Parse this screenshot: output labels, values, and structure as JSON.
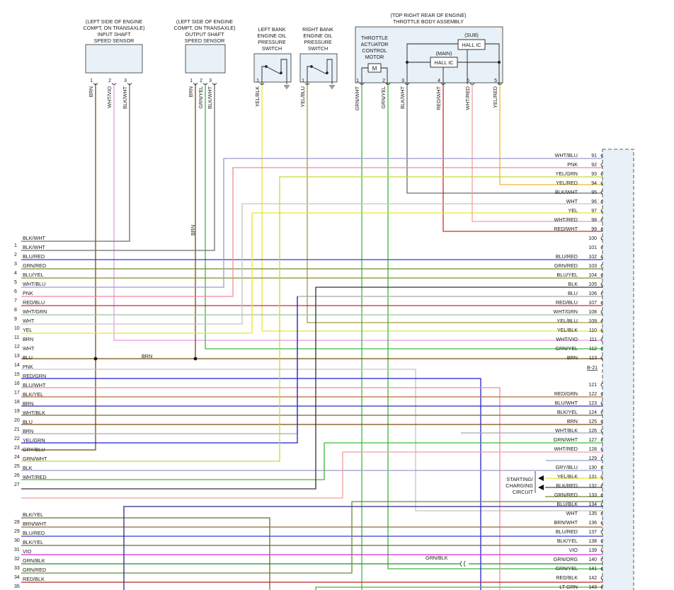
{
  "components": {
    "input_sensor": {
      "lines": [
        "(LEFT SIDE OF ENGINE",
        "COMPT, ON TRANSAXLE)",
        "INPUT SHAFT",
        "SPEED SENSOR"
      ],
      "pins": [
        {
          "num": "1",
          "wire": "BRN",
          "color": "#7a4b12"
        },
        {
          "num": "2",
          "wire": "WHT/VIO",
          "color": "#e49be4"
        },
        {
          "num": "3",
          "wire": "BLK/WHT",
          "color": "#6e6e6e"
        }
      ]
    },
    "output_sensor": {
      "lines": [
        "(LEFT SIDE OF ENGINE",
        "COMPT, ON TRANSAXLE)",
        "OUTPUT SHAFT",
        "SPEED SENSOR"
      ],
      "pins": [
        {
          "num": "1",
          "wire": "BRN",
          "color": "#7a4b12"
        },
        {
          "num": "2",
          "wire": "GRN/YEL",
          "color": "#3aba3a"
        },
        {
          "num": "3",
          "wire": "BLK/WHT",
          "color": "#6e6e6e"
        }
      ]
    },
    "left_oil_switch": {
      "lines": [
        "LEFT BANK",
        "ENGINE OIL",
        "PRESSURE",
        "SWITCH"
      ],
      "pins": [
        {
          "num": "1",
          "wire": "YEL/BLK",
          "color": "#e8e82a"
        }
      ]
    },
    "right_oil_switch": {
      "lines": [
        "RIGHT BANK",
        "ENGINE OIL",
        "PRESSURE",
        "SWITCH"
      ],
      "pins": [
        {
          "num": "1",
          "wire": "YEL/BLU",
          "color": "#a89a3a"
        }
      ]
    },
    "throttle_body": {
      "lines": [
        "(TOP RIGHT REAR OF ENGINE)",
        "THROTTLE BODY ASSEMBLY"
      ],
      "motor_lines": [
        "THROTTLE",
        "ACTUATOR",
        "CONTROL",
        "MOTOR"
      ],
      "motor_symbol": "M",
      "sub_label": "(SUB)",
      "main_label": "(MAIN)",
      "hall": "HALL IC",
      "pins": [
        {
          "num": "1",
          "wire": "GRN/WHT",
          "color": "#3aba3a"
        },
        {
          "num": "2",
          "wire": "GRN/YEL",
          "color": "#3aba3a"
        },
        {
          "num": "3",
          "wire": "BLK/WHT",
          "color": "#6e6e6e"
        },
        {
          "num": "4",
          "wire": "RED/WHT",
          "color": "#d42b2b"
        },
        {
          "num": "6",
          "wire": "WHT/RED",
          "color": "#f0a0a0"
        },
        {
          "num": "5",
          "wire": "YEL/RED",
          "color": "#f2b824"
        }
      ]
    }
  },
  "mid_labels": {
    "brn_vertical": "BRN",
    "brn_bus": "BRN",
    "grn_blk": "GRN/BLK"
  },
  "starting_charging": [
    "STARTING/",
    "CHARGING",
    "CIRCUIT"
  ],
  "connector_label": "B-21",
  "left_pins": [
    {
      "num": "1",
      "wire": "BLK/WHT",
      "color": "#6e6e6e"
    },
    {
      "num": "2",
      "wire": "BLK/WHT",
      "color": "#6e6e6e"
    },
    {
      "num": "3",
      "wire": "BLU/RED",
      "color": "#3b3bcc"
    },
    {
      "num": "4",
      "wire": "GRN/RED",
      "color": "#6b8a2e"
    },
    {
      "num": "5",
      "wire": "BLU/YEL",
      "color": "#8a8a2a"
    },
    {
      "num": "6",
      "wire": "WHT/BLU",
      "color": "#2d2dbb"
    },
    {
      "num": "7",
      "wire": "PNK",
      "color": "#f08a9a"
    },
    {
      "num": "8",
      "wire": "RED/BLU",
      "color": "#d42b2b"
    },
    {
      "num": "9",
      "wire": "WHT/GRN",
      "color": "#a0c0a0"
    },
    {
      "num": "10",
      "wire": "WHT",
      "color": "#c4c4c4"
    },
    {
      "num": "11",
      "wire": "YEL",
      "color": "#e8e82a"
    },
    {
      "num": "12",
      "wire": "BRN",
      "color": "#7a4b12"
    },
    {
      "num": "13",
      "wire": "WHT",
      "color": "#c4c4c4"
    },
    {
      "num": "14",
      "wire": "BLU",
      "color": "#1f1fd0"
    },
    {
      "num": "15",
      "wire": "PNK",
      "color": "#f08a9a"
    },
    {
      "num": "16",
      "wire": "RED/GRN",
      "color": "#b86a30"
    },
    {
      "num": "17",
      "wire": "BLU/WHT",
      "color": "#2d2dbb"
    },
    {
      "num": "18",
      "wire": "BLK/YEL",
      "color": "#6a6a40"
    },
    {
      "num": "19",
      "wire": "BRN",
      "color": "#7a4b12"
    },
    {
      "num": "20",
      "wire": "WHT/BLK",
      "color": "#a9a9a9"
    },
    {
      "num": "21",
      "wire": "BLU",
      "color": "#1f1fd0"
    },
    {
      "num": "22",
      "wire": "BRN",
      "color": "#7a4b12"
    },
    {
      "num": "23",
      "wire": "YEL/GRN",
      "color": "#c8d83a"
    },
    {
      "num": "24",
      "wire": "GRY/BLU",
      "color": "#9a9ad0"
    },
    {
      "num": "25",
      "wire": "GRN/WHT",
      "color": "#3aba3a"
    },
    {
      "num": "26",
      "wire": "BLK",
      "color": "#333333"
    },
    {
      "num": "27",
      "wire": "WHT/RED",
      "color": "#f0a0a0"
    },
    {
      "num": "28",
      "wire": "BLK/YEL",
      "color": "#6a6a40"
    },
    {
      "num": "29",
      "wire": "BRN/WHT",
      "color": "#8a6a3a"
    },
    {
      "num": "30",
      "wire": "BLU/RED",
      "color": "#3b3bcc"
    },
    {
      "num": "31",
      "wire": "BLK/YEL",
      "color": "#6a6a40"
    },
    {
      "num": "32",
      "wire": "VIO",
      "color": "#d42bd4"
    },
    {
      "num": "33",
      "wire": "GRN/BLK",
      "color": "#2a8a2a"
    },
    {
      "num": "34",
      "wire": "GRN/RED",
      "color": "#6b8a2e"
    },
    {
      "num": "35",
      "wire": "RED/BLK",
      "color": "#c42222"
    }
  ],
  "right_pins": [
    {
      "num": "91",
      "wire": "WHT/BLU",
      "color": "#9a9ad0"
    },
    {
      "num": "92",
      "wire": "PNK",
      "color": "#f08a9a"
    },
    {
      "num": "93",
      "wire": "YEL/GRN",
      "color": "#c8d83a"
    },
    {
      "num": "94",
      "wire": "YEL/RED",
      "color": "#f2b824"
    },
    {
      "num": "95",
      "wire": "BLK/WHT",
      "color": "#6e6e6e"
    },
    {
      "num": "96",
      "wire": "WHT",
      "color": "#c4c4c4"
    },
    {
      "num": "97",
      "wire": "YEL",
      "color": "#e8e82a"
    },
    {
      "num": "98",
      "wire": "WHT/RED",
      "color": "#f0a0a0"
    },
    {
      "num": "99",
      "wire": "RED/WHT",
      "color": "#d42b2b"
    },
    {
      "num": "100",
      "wire": "",
      "color": ""
    },
    {
      "num": "101",
      "wire": "",
      "color": ""
    },
    {
      "num": "102",
      "wire": "BLU/RED",
      "color": "#3b3bcc"
    },
    {
      "num": "103",
      "wire": "GRN/RED",
      "color": "#6b8a2e"
    },
    {
      "num": "104",
      "wire": "BLU/YEL",
      "color": "#8a8a2a"
    },
    {
      "num": "105",
      "wire": "BLK",
      "color": "#333333"
    },
    {
      "num": "106",
      "wire": "BLU",
      "color": "#1f1fd0"
    },
    {
      "num": "107",
      "wire": "RED/BLU",
      "color": "#d42b2b"
    },
    {
      "num": "108",
      "wire": "WHT/GRN",
      "color": "#a0c0a0"
    },
    {
      "num": "109",
      "wire": "YEL/BLU",
      "color": "#a89a3a"
    },
    {
      "num": "110",
      "wire": "YEL/BLK",
      "color": "#e8e82a"
    },
    {
      "num": "111",
      "wire": "WHT/VIO",
      "color": "#e49be4"
    },
    {
      "num": "112",
      "wire": "GRN/YEL",
      "color": "#3aba3a"
    },
    {
      "num": "113",
      "wire": "BRN",
      "color": "#7a4b12"
    },
    {
      "num": "121",
      "wire": "",
      "color": ""
    },
    {
      "num": "122",
      "wire": "RED/GRN",
      "color": "#b86a30"
    },
    {
      "num": "123",
      "wire": "BLU/WHT",
      "color": "#2d2dbb"
    },
    {
      "num": "124",
      "wire": "BLK/YEL",
      "color": "#6a6a40"
    },
    {
      "num": "125",
      "wire": "BRN",
      "color": "#7a4b12"
    },
    {
      "num": "126",
      "wire": "WHT/BLK",
      "color": "#a9a9a9"
    },
    {
      "num": "127",
      "wire": "GRN/WHT",
      "color": "#3aba3a"
    },
    {
      "num": "128",
      "wire": "WHT/RED",
      "color": "#f0a0a0"
    },
    {
      "num": "129",
      "wire": "",
      "color": ""
    },
    {
      "num": "130",
      "wire": "GRY/BLU",
      "color": "#9a9ad0"
    },
    {
      "num": "131",
      "wire": "YEL/BLK",
      "color": "#e8e82a"
    },
    {
      "num": "132",
      "wire": "BLK/RED",
      "color": "#6a3a3a"
    },
    {
      "num": "133",
      "wire": "GRN/RED",
      "color": "#6b8a2e"
    },
    {
      "num": "134",
      "wire": "BLU/BLK",
      "color": "#2a2a8a"
    },
    {
      "num": "135",
      "wire": "WHT",
      "color": "#c4c4c4"
    },
    {
      "num": "136",
      "wire": "BRN/WHT",
      "color": "#8a6a3a"
    },
    {
      "num": "137",
      "wire": "BLU/RED",
      "color": "#3b3bcc"
    },
    {
      "num": "138",
      "wire": "BLK/YEL",
      "color": "#6a6a40"
    },
    {
      "num": "139",
      "wire": "VIO",
      "color": "#d42bd4"
    },
    {
      "num": "140",
      "wire": "GRN/ORG",
      "color": "#2a8a2a"
    },
    {
      "num": "141",
      "wire": "GRN/YEL",
      "color": "#3aba3a"
    },
    {
      "num": "142",
      "wire": "RED/BLK",
      "color": "#c42222"
    },
    {
      "num": "143",
      "wire": "LT GRN",
      "color": "#3aba3a"
    }
  ]
}
